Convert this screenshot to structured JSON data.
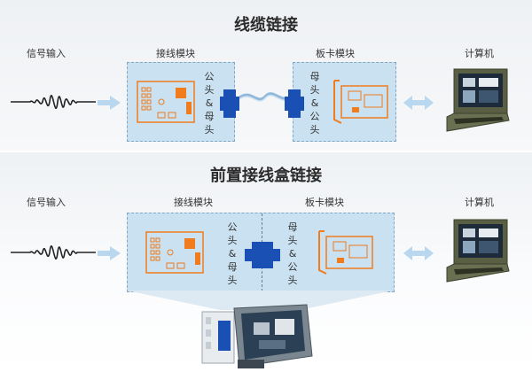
{
  "diagrams": [
    {
      "title": "线缆链接",
      "labels": {
        "signal_input": "信号输入",
        "wiring_module": "接线模块",
        "board_module": "板卡模块",
        "computer": "计算机"
      },
      "wiring_connector_text": "公头&母头",
      "board_connector_text": "母头&公头"
    },
    {
      "title": "前置接线盒链接",
      "labels": {
        "signal_input": "信号输入",
        "wiring_module": "接线模块",
        "board_module": "板卡模块",
        "computer": "计算机"
      },
      "wiring_connector_text": "公头&母头",
      "board_connector_text": "母头&公头"
    }
  ],
  "colors": {
    "accent": "#f07c1e",
    "module_fill": "#c9e1f0",
    "connector": "#1a4fb4",
    "arrow": "#b9d7ee"
  },
  "icons": [
    "waveform-icon",
    "wiring-board-icon",
    "data-acquisition-card-icon",
    "laptop-icon",
    "connector-icon",
    "terminal-box-photo"
  ]
}
